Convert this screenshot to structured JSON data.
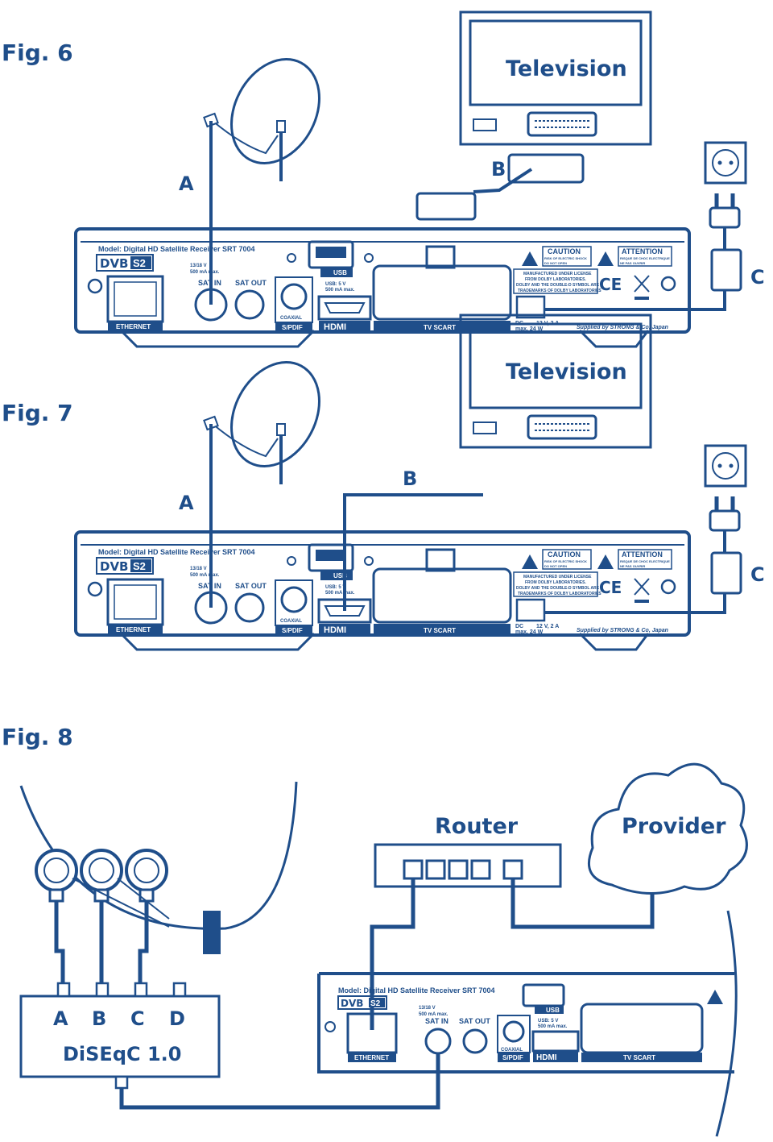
{
  "colors": {
    "ink": "#1f4e8a",
    "paper": "#ffffff"
  },
  "figures": [
    {
      "title": "Fig. 6",
      "tv_label": "Television",
      "labels": {
        "a": "A",
        "b": "B",
        "c": "C"
      }
    },
    {
      "title": "Fig. 7",
      "tv_label": "Television",
      "labels": {
        "a": "A",
        "b": "B",
        "c": "C"
      }
    },
    {
      "title": "Fig. 8",
      "router_label": "Router",
      "provider_label": "Provider",
      "diseqc": {
        "title": "DiSEqC 1.0",
        "ports": [
          "A",
          "B",
          "C",
          "D"
        ]
      }
    }
  ],
  "receiver": {
    "model": "Model: Digital HD Satellite Receiver SRT 7004",
    "logo_dvb": "DVB",
    "logo_s2": "S2",
    "lnb_voltage": "13/18 V",
    "lnb_current": "500 mA max.",
    "sat_in": "SAT IN",
    "sat_out": "SAT OUT",
    "usb": "USB",
    "usb_spec": "USB: 5 V",
    "usb_current": "500 mA max.",
    "coaxial": "COAXIAL",
    "spdif": "S/PDIF",
    "hdmi": "HDMI",
    "scart": "TV SCART",
    "ethernet": "ETHERNET",
    "caution": "CAUTION",
    "caution_sub1": "RISK OF ELECTRIC SHOCK",
    "caution_sub2": "DO NOT OPEN",
    "attention": "ATTENTION",
    "attention_sub1": "RISQUE DE CHOC ELECTRIQUE",
    "attention_sub2": "NE PAS OUVRIR",
    "dolby1": "MANUFACTURED UNDER LICENSE",
    "dolby2": "FROM DOLBY LABORATORIES.",
    "dolby3": "DOLBY AND THE DOUBLE-D SYMBOL ARE",
    "dolby4": "TRADEMARKS OF DOLBY LABORATORIES",
    "ce": "CE",
    "dc": "DC",
    "dc_spec": "12 V, 2 A",
    "power": "max. 24 W",
    "supplied": "Supplied by STRONG & Co, Japan"
  }
}
